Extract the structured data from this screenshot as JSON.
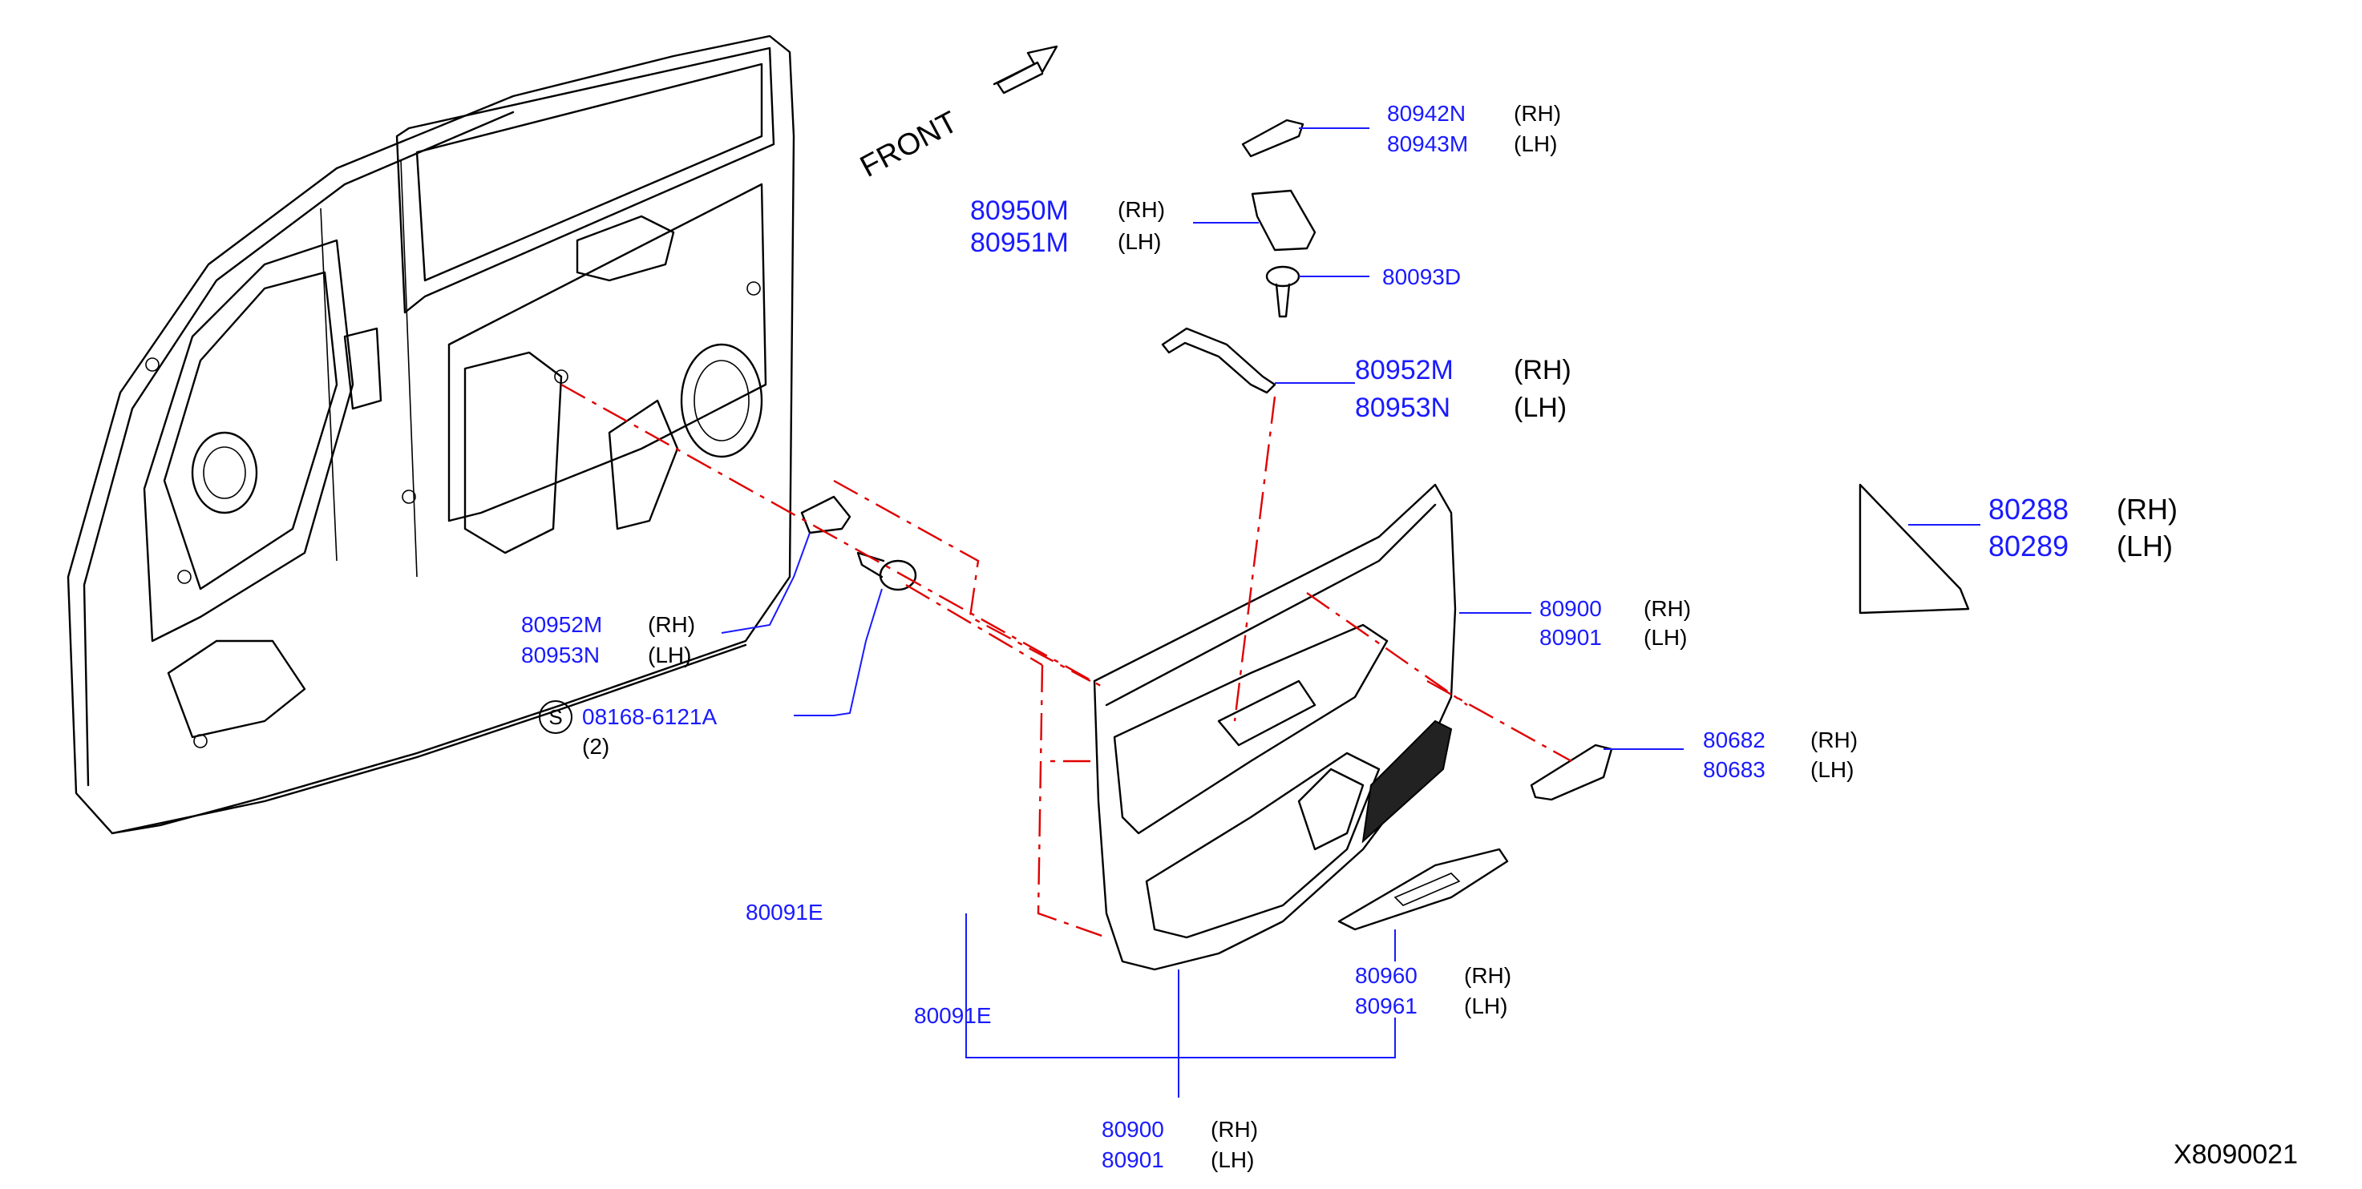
{
  "labels": {
    "front": "FRONT",
    "p80942N": "80942N",
    "p80942N_side": "(RH)",
    "p80943M": "80943M",
    "p80943M_side": "(LH)",
    "p80950M": "80950M",
    "p80950M_side": "(RH)",
    "p80951M": "80951M",
    "p80951M_side": "(LH)",
    "p80093D": "80093D",
    "p80952M": "80952M",
    "p80952M_side": "(RH)",
    "p80953N": "80953N",
    "p80953N_side": "(LH)",
    "p80288": "80288",
    "p80288_side": "(RH)",
    "p80289": "80289",
    "p80289_side": "(LH)",
    "p80952M_b": "80952M",
    "p80952M_b_side": "(RH)",
    "p80953N_b": "80953N",
    "p80953N_b_side": "(LH)",
    "p80900_b": "80900",
    "p80900_b_side": "(RH)",
    "p80901_b": "80901",
    "p80901_b_side": "(LH)",
    "s_symbol": "S",
    "p08168": "08168-6121A",
    "qty": "(2)",
    "p80682": "80682",
    "p80682_side": "(RH)",
    "p80683": "80683",
    "p80683_side": "(LH)",
    "p80091E_a": "80091E",
    "p80091E_b": "80091E",
    "p80960": "80960",
    "p80960_side": "(RH)",
    "p80961": "80961",
    "p80961_side": "(LH)",
    "p80900": "80900",
    "p80900_side": "(RH)",
    "p80901": "80901",
    "p80901_side": "(LH)",
    "ref": "X8090021"
  },
  "colors": {
    "part_number": "#1a1aff",
    "leader": "#1a1aff",
    "phantom_line": "#e00000",
    "outline": "#000000"
  }
}
